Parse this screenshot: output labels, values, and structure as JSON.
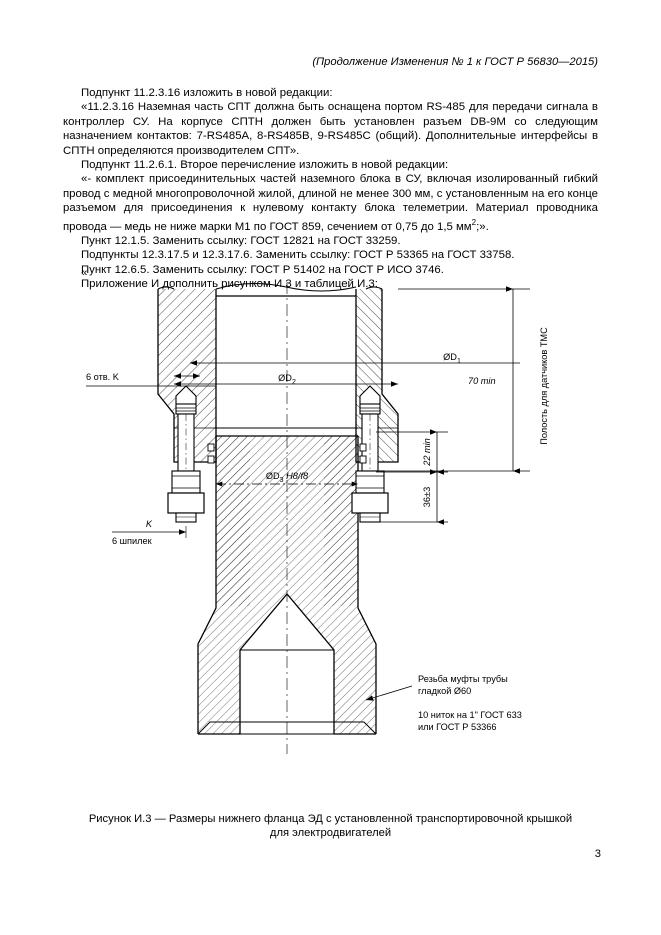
{
  "header": {
    "continuation_note": "(Продолжение Изменения № 1 к ГОСТ Р 56830—2015)"
  },
  "body": {
    "paragraphs": [
      "Подпункт 11.2.3.16 изложить в новой редакции:",
      "«11.2.3.16 Наземная часть СПТ должна быть оснащена портом RS-485 для передачи сигнала в контроллер СУ. На корпусе СПТН должен быть установлен разъем DB-9M со следующим назначением контактов: 7-RS485A, 8-RS485B, 9-RS485C (общий). Дополнительные интерфейсы в СПТН определяются производителем СПТ».",
      "Подпункт 11.2.6.1. Второе перечисление изложить в новой редакции:",
      "«- комплект присоединительных частей наземного блока в СУ, включая изолированный гибкий провод с медной многопроволочной жилой, длиной не менее 300 мм, с установленным на его конце разъемом для присоединения к нулевому контакту блока телеметрии. Материал проводника провода — медь не ниже марки М1 по ГОСТ 859, сечением от 0,75 до 1,5 мм2;».",
      "Пункт 12.1.5. Заменить ссылку: ГОСТ 12821 на ГОСТ 33259.",
      "Подпункты 12.3.17.5 и 12.3.17.6. Заменить ссылку: ГОСТ Р 53365 на ГОСТ 33758.",
      "Пункт 12.6.5. Заменить ссылку: ГОСТ Р 51402 на ГОСТ Р ИСО 3746.",
      "Приложение И дополнить рисунком И.3 и таблицей И.3:"
    ],
    "p1": "Подпункт 11.2.3.16 изложить в новой редакции:",
    "p2_a": "«11.2.3.16 Наземная часть СПТ должна быть оснащена портом RS-485 для передачи сигнала в контроллер СУ. На корпусе СПТН должен быть установлен разъем DB-9M со следующим назначением контактов: 7-RS485A, 8-RS485B, 9-RS485C (общий). Дополнительные интерфейсы в СПТН определяются производителем СПТ».",
    "p3": "Подпункт 11.2.6.1. Второе перечисление изложить в новой редакции:",
    "p4_pre": "«- комплект присоединительных частей наземного блока в СУ, включая изолированный гибкий провод с медной многопроволочной жилой, длиной не менее 300 мм, с установленным на его конце разъемом для присоединения к нулевому контакту блока телеметрии. Материал проводника провода — медь не ниже марки М1 по ГОСТ 859, сечением от 0,75 до 1,5 мм",
    "p4_sup": "2",
    "p4_post": ";».",
    "p5": "Пункт 12.1.5. Заменить ссылку: ГОСТ 12821 на ГОСТ 33259.",
    "p6": "Подпункты 12.3.17.5 и 12.3.17.6. Заменить ссылку: ГОСТ Р 53365 на ГОСТ 33758.",
    "p7": "Пункт 12.6.5. Заменить ссылку: ГОСТ Р 51402 на ГОСТ Р ИСО 3746.",
    "p8": "Приложение И дополнить рисунком И.3 и таблицей И.3:",
    "open_quote": "«"
  },
  "figure": {
    "labels": {
      "d1": "ØD",
      "d1_sub": "1",
      "d2": "ØD",
      "d2_sub": "2",
      "d3": "ØD",
      "d3_sub": "3",
      "d3_fit": "H8/f8",
      "holes": "6 отв. K",
      "studs_dim": "K",
      "studs_count": "6 шпилек",
      "dim_70": "70 min",
      "dim_22": "22 min",
      "dim_36": "36±3",
      "cavity": "Полость для датчиков ТМС",
      "thread_note_1": "Резьба муфты трубы",
      "thread_note_2": "гладкой Ø60",
      "thread_note_3": "10 ниток на 1\" ГОСТ 633",
      "thread_note_4": "или ГОСТ Р 53366"
    }
  },
  "caption": {
    "line1": "Рисунок И.3 — Размеры нижнего фланца ЭД с установленной транспортировочной крышкой",
    "line2": "для электродвигателей"
  },
  "footer": {
    "page_number": "3"
  },
  "colors": {
    "ink": "#000000",
    "paper": "#ffffff",
    "hatch": "#000000"
  }
}
